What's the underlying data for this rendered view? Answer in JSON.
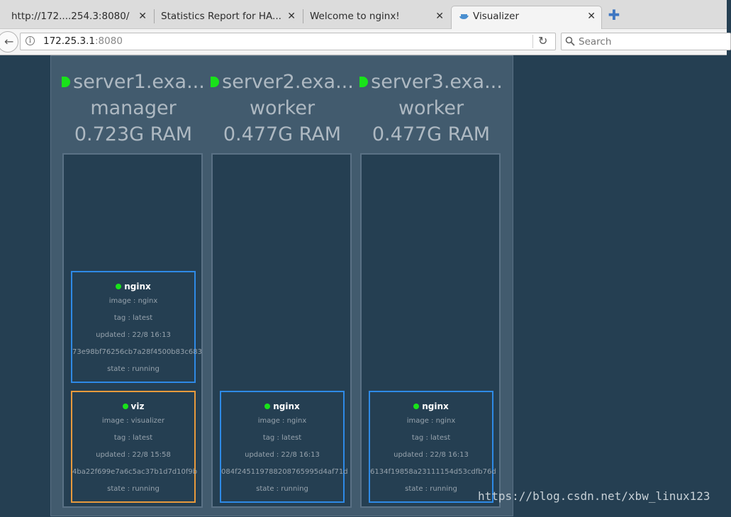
{
  "browser": {
    "tabs": [
      {
        "title": "http://172....254.3:8080/",
        "close": "✕"
      },
      {
        "title": "Statistics Report for HA...",
        "close": "✕"
      },
      {
        "title": "Welcome to nginx!",
        "close": "✕"
      },
      {
        "title": "Visualizer",
        "close": "✕",
        "icon": "docker-whale-icon"
      }
    ],
    "new_tab": "✚",
    "url_host": "172.25.3.1",
    "url_port": ":8080",
    "search_placeholder": "Search"
  },
  "nodes": [
    {
      "name": "server1.exa...",
      "role": "manager",
      "ram": "0.723G RAM",
      "tasks": [
        {
          "name": "nginx",
          "image": "image : nginx",
          "tag": "tag : latest",
          "updated": "updated : 22/8 16:13",
          "id": "73e98bf76256cb7a28f4500b83c683",
          "state": "state : running",
          "kind": "service"
        },
        {
          "name": "viz",
          "image": "image : visualizer",
          "tag": "tag : latest",
          "updated": "updated : 22/8 15:58",
          "id": "4ba22f699e7a6c5ac37b1d7d10f9b",
          "state": "state : running",
          "kind": "visualizer"
        }
      ]
    },
    {
      "name": "server2.exa...",
      "role": "worker",
      "ram": "0.477G RAM",
      "tasks": [
        {
          "name": "nginx",
          "image": "image : nginx",
          "tag": "tag : latest",
          "updated": "updated : 22/8 16:13",
          "id": "084f245119788208765995d4af71d",
          "state": "state : running",
          "kind": "service"
        }
      ]
    },
    {
      "name": "server3.exa...",
      "role": "worker",
      "ram": "0.477G RAM",
      "tasks": [
        {
          "name": "nginx",
          "image": "image : nginx",
          "tag": "tag : latest",
          "updated": "updated : 22/8 16:13",
          "id": "6134f19858a23111154d53cdfb76d",
          "state": "state : running",
          "kind": "service"
        }
      ]
    }
  ],
  "watermark": "https://blog.csdn.net/xbw_linux123",
  "colors": {
    "page_bg": "#253f52",
    "panel_bg": "#425b6e",
    "status_green": "#19e21a",
    "task_border_blue": "#2e8ae6",
    "task_border_orange": "#e89a3c"
  }
}
